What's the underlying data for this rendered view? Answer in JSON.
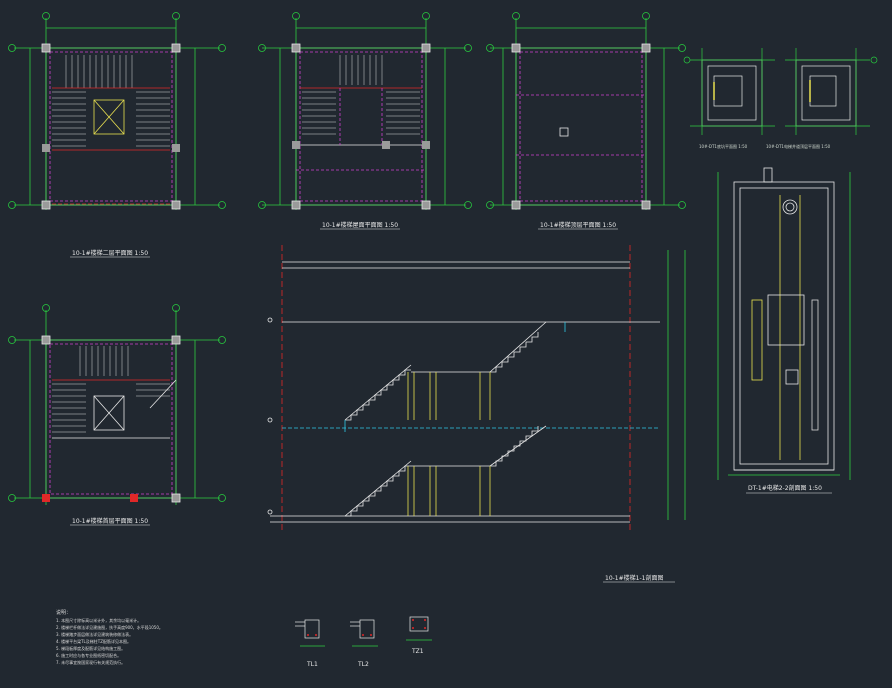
{
  "drawing": {
    "background": "#212830",
    "colors": {
      "axis": "#27c93f",
      "wall": "#e8e8e8",
      "dashed": "#d040d0",
      "red": "#e02828",
      "yellow": "#e8e050",
      "cyan": "#30c8e8",
      "green_line": "#2ecc40",
      "column": "#9a9a9a"
    }
  },
  "titles": {
    "plan_1": "10-1#楼梯二层平面图 1:50",
    "plan_2": "10-1#楼梯屋面平面图 1:50",
    "plan_3": "10-1#楼梯顶层平面图 1:50",
    "plan_4": "10-1#楼梯首层平面图 1:50",
    "elev_plan_1": "10#-DT1底坑平面图 1:50",
    "elev_plan_2": "10#-DT1电梯井道顶层平面图 1:50",
    "section_main": "10-1#楼梯1-1剖面图",
    "section_elevator": "DT-1#电梯2-2剖面图 1:50"
  },
  "notes": {
    "heading": "说明：",
    "lines": [
      "1. 本图尺寸除标高以米计外，其余均以毫米计。",
      "2. 楼梯栏杆做法详见建施图，扶手高度900，水平段1050。",
      "3. 楼梯踏步面层做法详见建筑装修做法表。",
      "4. 楼梯平台梁TL及梯柱TZ配筋详见本图。",
      "5. 梯段板厚度及配筋详见结构施工图。",
      "6. 施工时应与各专业图纸密切配合。",
      "7. 未尽事宜按国家现行有关规范执行。"
    ]
  },
  "details": {
    "d1": "TL1",
    "d2": "TL2",
    "d3": "TZ1"
  }
}
